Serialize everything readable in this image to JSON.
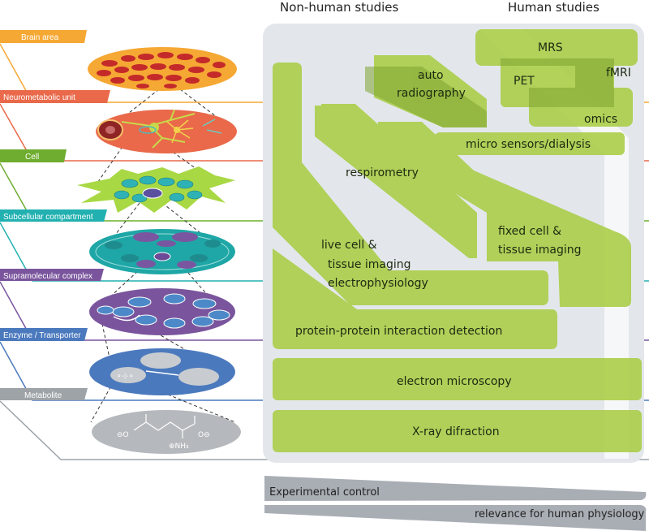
{
  "headers": {
    "nonhuman": "Non-human studies",
    "human": "Human studies"
  },
  "levels": [
    {
      "label": "Brain area",
      "color": "#f5a833"
    },
    {
      "label": "Neurometabolic unit",
      "color": "#e9694a"
    },
    {
      "label": "Cell",
      "color": "#6ead2f"
    },
    {
      "label": "Subcellular compartment",
      "color": "#22b0b0"
    },
    {
      "label": "Supramolecular complex",
      "color": "#7a559d"
    },
    {
      "label": "Enzyme / Transporter",
      "color": "#4b79bd"
    },
    {
      "label": "Metabolite",
      "color": "#9ea3a8"
    }
  ],
  "methods": {
    "mrs": "MRS",
    "fmri": "fMRI",
    "pet": "PET",
    "omics": "omics",
    "autoradiography_1": "auto",
    "autoradiography_2": "radiography",
    "microsensors": "micro sensors/dialysis",
    "respirometry": "respirometry",
    "fixedcell_1": "fixed cell &",
    "fixedcell_2": "tissue imaging",
    "livecell_1": "live cell &",
    "livecell_2": "tissue imaging",
    "electrophysiology": "electrophysiology",
    "ppi": "protein-protein interaction detection",
    "em": "electron microscopy",
    "xray": "X-ray difraction"
  },
  "bars": {
    "control": "Experimental control",
    "relevance": "relevance for human physiology"
  },
  "metabolite_labels": {
    "nh3": "⊕NH₃",
    "o_left": "⊖O",
    "o_right": "O⊖"
  },
  "colors": {
    "green": "#a9cd45",
    "panel": "#e3e7ec",
    "gray_bar": "#a9aeb5"
  }
}
